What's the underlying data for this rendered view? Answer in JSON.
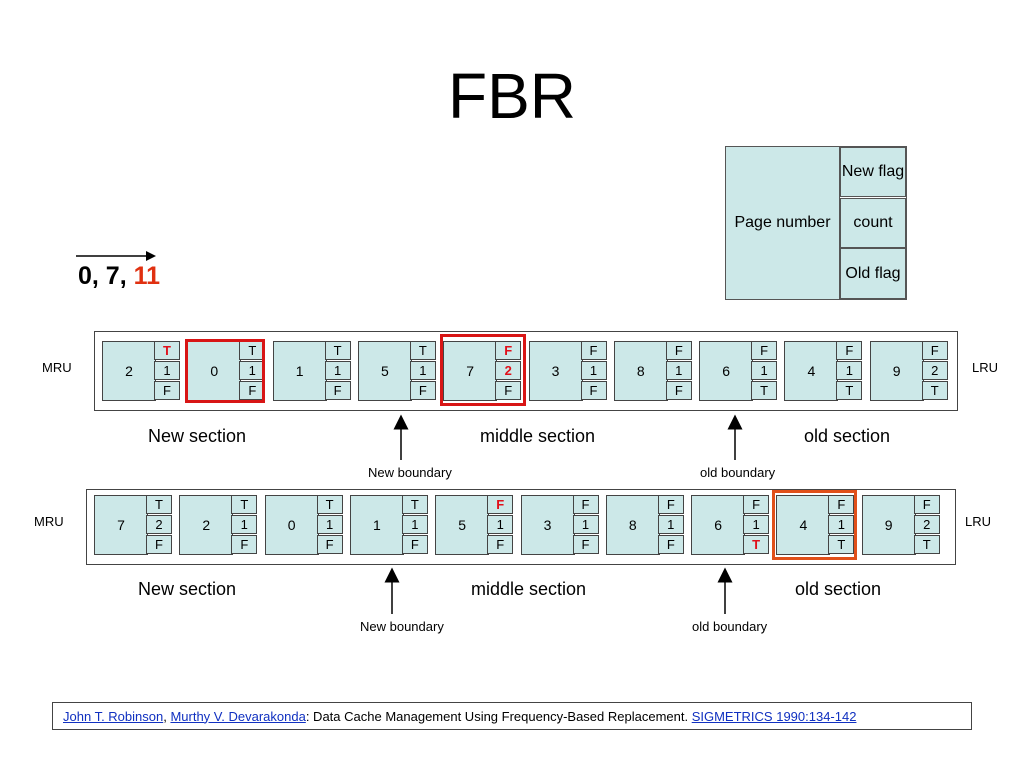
{
  "title": "FBR",
  "legend": {
    "page_number": "Page number",
    "new_flag": "New flag",
    "count": "count",
    "old_flag": "Old flag"
  },
  "sequence": {
    "plain": "0, 7, ",
    "highlight": "11"
  },
  "labels": {
    "mru": "MRU",
    "lru": "LRU",
    "new_section": "New section",
    "middle_section": "middle section",
    "old_section": "old section",
    "new_boundary": "New boundary",
    "old_boundary": "old boundary"
  },
  "row1": [
    {
      "page": "2",
      "new": "T",
      "count": "1",
      "old": "F",
      "red": [
        "new"
      ]
    },
    {
      "page": "0",
      "new": "T",
      "count": "1",
      "old": "F",
      "red": []
    },
    {
      "page": "1",
      "new": "T",
      "count": "1",
      "old": "F",
      "red": []
    },
    {
      "page": "5",
      "new": "T",
      "count": "1",
      "old": "F",
      "red": []
    },
    {
      "page": "7",
      "new": "F",
      "count": "2",
      "old": "F",
      "red": [
        "new",
        "count"
      ]
    },
    {
      "page": "3",
      "new": "F",
      "count": "1",
      "old": "F",
      "red": []
    },
    {
      "page": "8",
      "new": "F",
      "count": "1",
      "old": "F",
      "red": []
    },
    {
      "page": "6",
      "new": "F",
      "count": "1",
      "old": "T",
      "red": []
    },
    {
      "page": "4",
      "new": "F",
      "count": "1",
      "old": "T",
      "red": []
    },
    {
      "page": "9",
      "new": "F",
      "count": "2",
      "old": "T",
      "red": []
    }
  ],
  "row2": [
    {
      "page": "7",
      "new": "T",
      "count": "2",
      "old": "F",
      "red": []
    },
    {
      "page": "2",
      "new": "T",
      "count": "1",
      "old": "F",
      "red": []
    },
    {
      "page": "0",
      "new": "T",
      "count": "1",
      "old": "F",
      "red": []
    },
    {
      "page": "1",
      "new": "T",
      "count": "1",
      "old": "F",
      "red": []
    },
    {
      "page": "5",
      "new": "F",
      "count": "1",
      "old": "F",
      "red": [
        "new"
      ]
    },
    {
      "page": "3",
      "new": "F",
      "count": "1",
      "old": "F",
      "red": []
    },
    {
      "page": "8",
      "new": "F",
      "count": "1",
      "old": "F",
      "red": []
    },
    {
      "page": "6",
      "new": "F",
      "count": "1",
      "old": "T",
      "red": [
        "old"
      ]
    },
    {
      "page": "4",
      "new": "F",
      "count": "1",
      "old": "T",
      "red": []
    },
    {
      "page": "9",
      "new": "F",
      "count": "2",
      "old": "T",
      "red": []
    }
  ],
  "reference": {
    "author1": "John T. Robinson",
    "sep": ", ",
    "author2": "Murthy V. Devarakonda",
    "text": ": Data Cache Management Using Frequency-Based Replacement. ",
    "venue": "SIGMETRICS 1990:134-142"
  }
}
